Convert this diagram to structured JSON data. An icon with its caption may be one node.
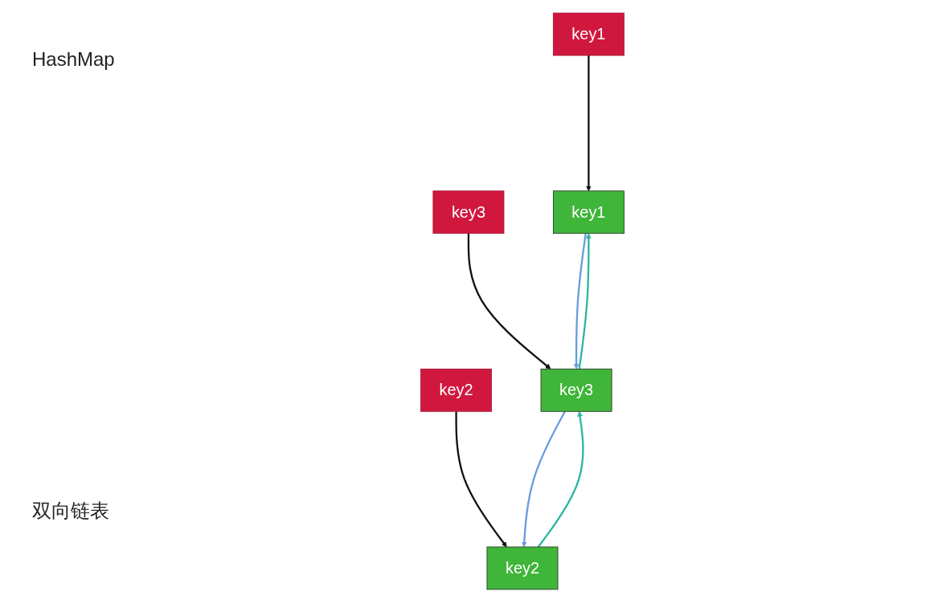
{
  "diagram": {
    "nodes": [
      {
        "text": [
          "key1"
        ]
      },
      {
        "text": [
          "key2"
        ]
      },
      {
        "text": [
          "key3"
        ]
      },
      {
        "text": [
          "key1"
        ]
      },
      {
        "text": [
          "key3"
        ]
      },
      {
        "text": [
          "key2"
        ]
      }
    ],
    "edges": [
      {
        "from": 0,
        "to": 3,
        "arrow": "to"
      },
      {
        "from": 1,
        "to": 5,
        "arrow": "to"
      },
      {
        "from": 2,
        "to": 4,
        "arrow": "to"
      },
      {
        "from": 3,
        "to": 4,
        "arrow": "to",
        "color": "#6a9be0"
      },
      {
        "from": 4,
        "to": 5,
        "arrow": "to",
        "color": "#6a9be0"
      },
      {
        "from": 5,
        "to": 4,
        "arrow": "to",
        "color": "#2bb5a0"
      },
      {
        "from": 4,
        "to": 3,
        "arrow": "to",
        "color": "#2bb5a0"
      }
    ],
    "labels": [
      "HashMap",
      "双向链表"
    ]
  }
}
